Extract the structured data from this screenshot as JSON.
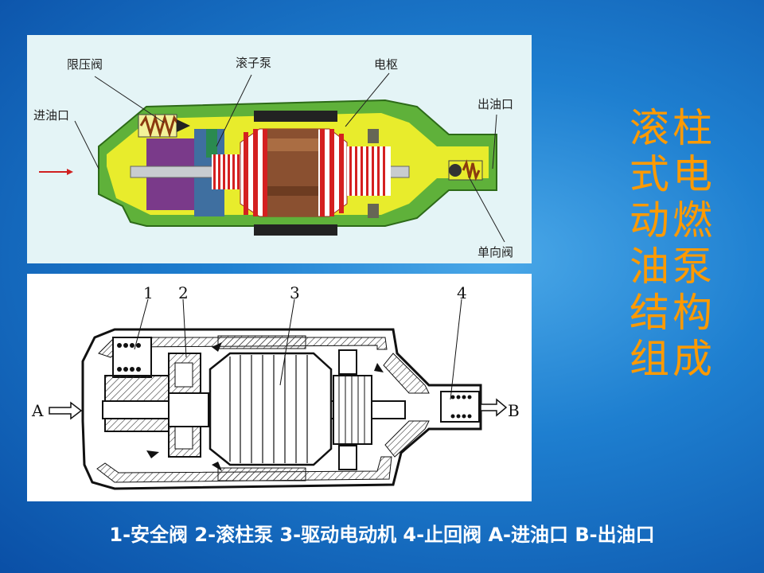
{
  "top_diagram": {
    "labels": {
      "relief_valve": "限压阀",
      "roller_pump": "滚子泵",
      "armature": "电枢",
      "outlet": "出油口",
      "inlet": "进油口",
      "check_valve": "单向阀"
    }
  },
  "bottom_diagram": {
    "numbers": [
      "1",
      "2",
      "3",
      "4"
    ],
    "port_in": "A",
    "port_out": "B"
  },
  "side_title": "滚柱式电动燃油泵结构组成",
  "caption": "1-安全阀 2-滚柱泵 3-驱动电动机 4-止回阀  A-进油口 B-出油口",
  "colors": {
    "title": "#ff9a00",
    "housing": "#5fb13a",
    "fill_yellow": "#e8ec2c",
    "coil_red": "#d42020",
    "rotor_brown": "#8a5030"
  }
}
